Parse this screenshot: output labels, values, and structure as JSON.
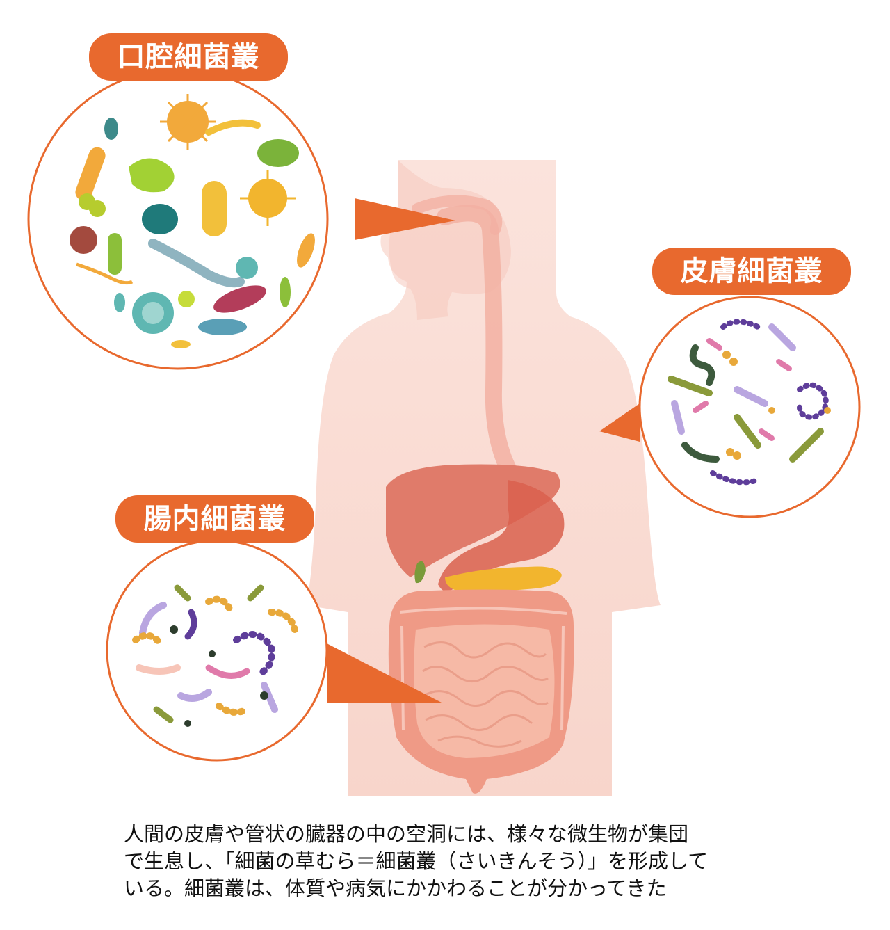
{
  "labels": {
    "oral": "口腔細菌叢",
    "skin": "皮膚細菌叢",
    "gut": "腸内細菌叢"
  },
  "caption": {
    "line1": "人間の皮膚や管状の臓器の中の空洞には、様々な微生物が集団",
    "line2": "で生息し、「細菌の草むら＝細菌叢（さいきんそう）」を形成して",
    "line3": "いる。細菌叢は、体質や病気にかかわることが分かってきた"
  },
  "colors": {
    "accent": "#e8692e",
    "body": "#f9ddd6",
    "liver": "#e07b6a",
    "pancreas": "#f2b52e",
    "intestine": "#f2a99a"
  }
}
